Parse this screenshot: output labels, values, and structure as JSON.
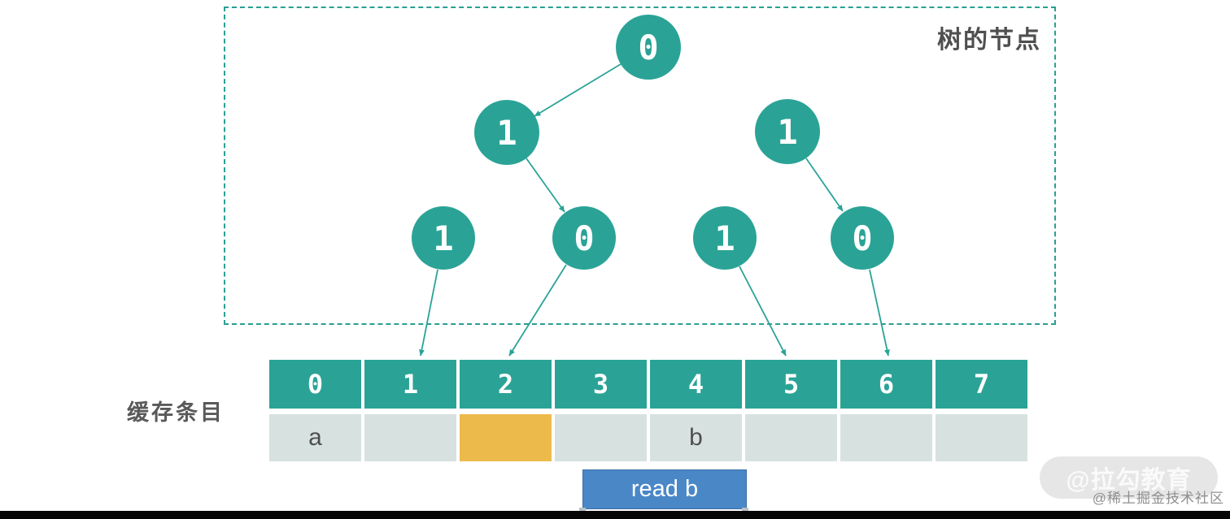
{
  "labels": {
    "tree_box": "树的节点",
    "cache_row": "缓存条目"
  },
  "tree": {
    "nodes": [
      {
        "id": "root",
        "value": "0"
      },
      {
        "id": "level2-left",
        "value": "1"
      },
      {
        "id": "level2-right",
        "value": "1"
      },
      {
        "id": "leaf-1",
        "value": "1"
      },
      {
        "id": "leaf-2",
        "value": "0"
      },
      {
        "id": "leaf-3",
        "value": "1"
      },
      {
        "id": "leaf-4",
        "value": "0"
      }
    ],
    "edges": [
      "root -> level2-left",
      "level2-left -> leaf-2",
      "level2-right -> leaf-4",
      "leaf-1 -> cache-cell-1",
      "leaf-2 -> cache-cell-2",
      "leaf-3 -> cache-cell-5",
      "leaf-4 -> cache-cell-6"
    ]
  },
  "cache": {
    "header": [
      "0",
      "1",
      "2",
      "3",
      "4",
      "5",
      "6",
      "7"
    ],
    "entries": [
      "a",
      "",
      "",
      "",
      "b",
      "",
      "",
      ""
    ],
    "highlighted_index": 2
  },
  "action": {
    "label": "read b"
  },
  "watermarks": {
    "primary": "@拉勾教育",
    "secondary": "@稀土掘金技术社区"
  },
  "colors": {
    "teal": "#2aa396",
    "cell_light": "#d7e2e0",
    "highlight_yellow": "#ecba4b",
    "button_blue": "#4a87c7",
    "label_gray": "#595959"
  }
}
